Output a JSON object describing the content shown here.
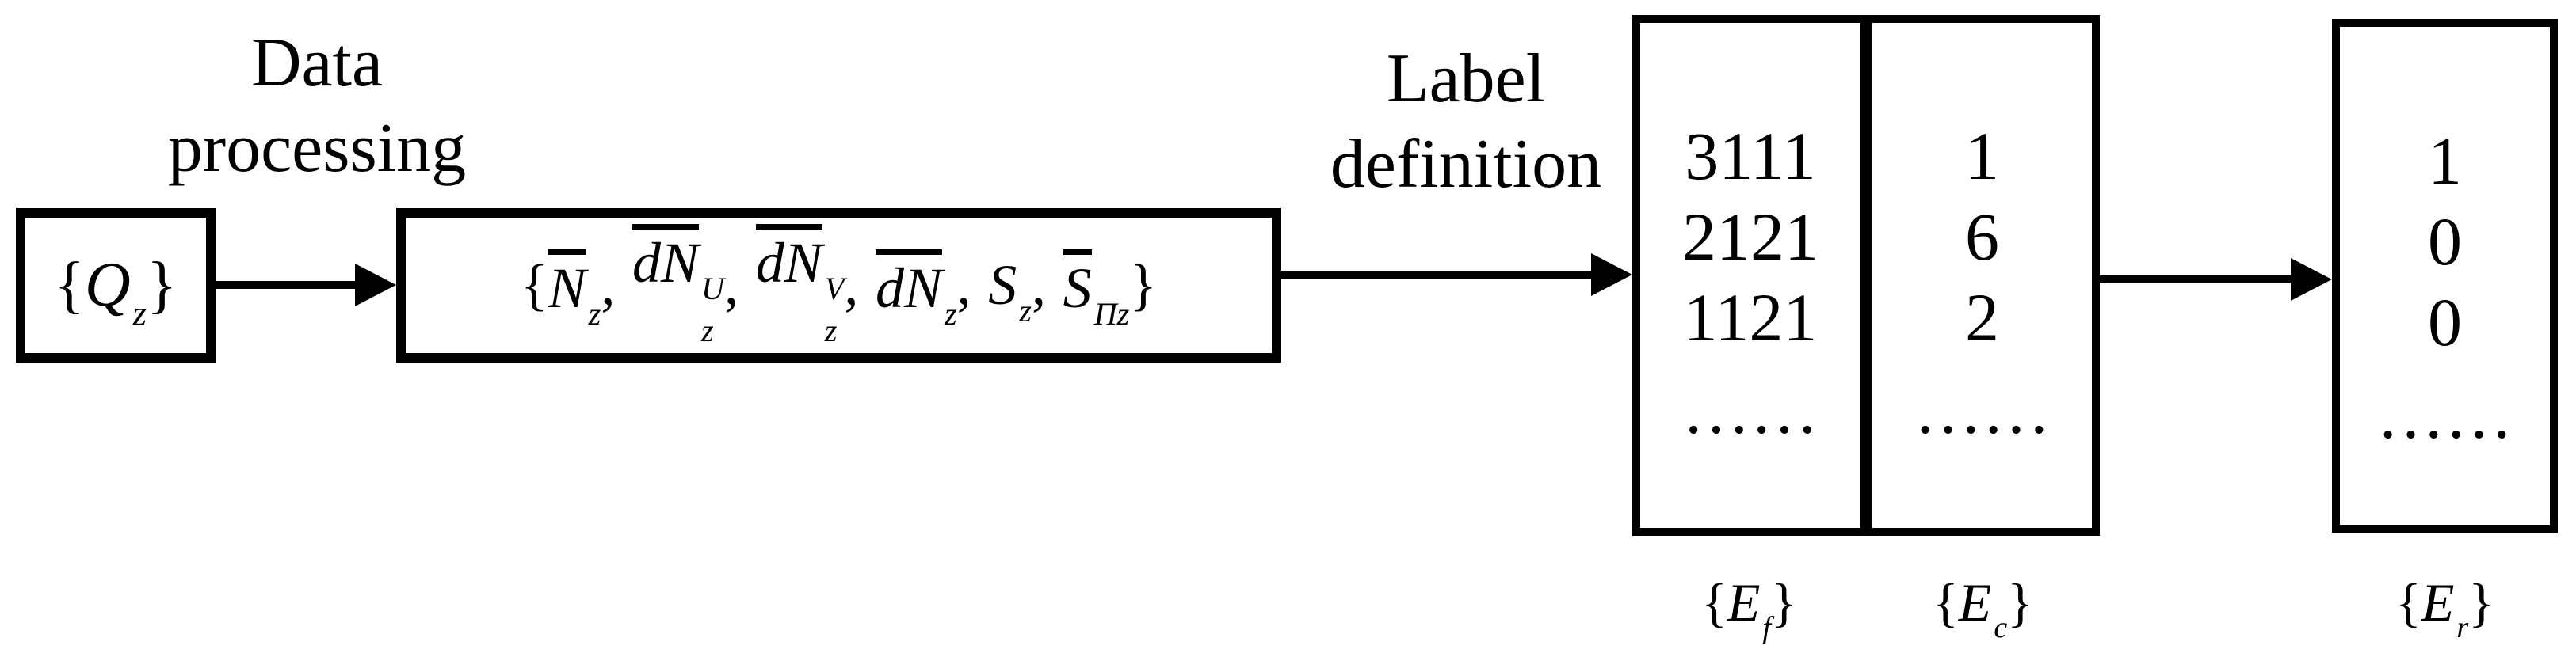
{
  "canvas": {
    "background": "#ffffff",
    "ink": "#000000"
  },
  "flow_labels": {
    "data_processing": {
      "line1": "Data",
      "line2": "processing"
    },
    "label_definition": {
      "line1": "Label",
      "line2": "definition"
    }
  },
  "input_box": {
    "open": "{",
    "base": "Q",
    "sub": "z",
    "close": "}",
    "bar": false
  },
  "feature_set_box": {
    "open": "{",
    "close": "}",
    "separator": ",",
    "terms": [
      {
        "base": "N",
        "bar": true,
        "sup": "",
        "sub": "z"
      },
      {
        "base": "dN",
        "bar": true,
        "sup": "U",
        "sub": "z"
      },
      {
        "base": "dN",
        "bar": true,
        "sup": "V",
        "sub": "z"
      },
      {
        "base": "dN",
        "bar": true,
        "sup": "",
        "sub": "z"
      },
      {
        "base": "S",
        "bar": false,
        "sup": "",
        "sub": "z"
      },
      {
        "base": "S",
        "bar": true,
        "sup": "",
        "sub": "Πz"
      }
    ]
  },
  "label_table": {
    "columns": [
      {
        "id": "Ef",
        "values": [
          "3111",
          "2121",
          "1121",
          "……"
        ],
        "caption": {
          "open": "{",
          "base": "E",
          "sub": "f",
          "close": "}",
          "bar": false
        }
      },
      {
        "id": "Ec",
        "values": [
          "1",
          "6",
          "2",
          "……"
        ],
        "caption": {
          "open": "{",
          "base": "E",
          "sub": "c",
          "close": "}",
          "bar": false
        }
      }
    ]
  },
  "result_box": {
    "values": [
      "1",
      "0",
      "0",
      "……"
    ],
    "caption": {
      "open": "{",
      "base": "E",
      "sub": "r",
      "close": "}",
      "bar": false
    }
  }
}
